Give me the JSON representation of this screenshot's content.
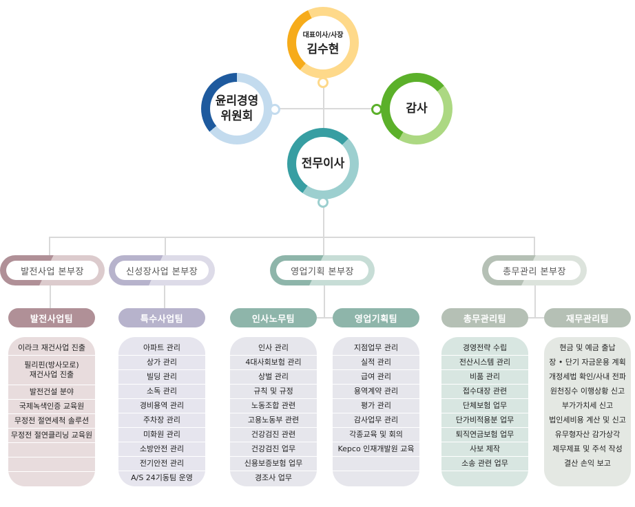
{
  "colors": {
    "ceo_dark": "#f6ab1a",
    "ceo_light": "#fed98a",
    "ethics_dark": "#1e5a9e",
    "ethics_light": "#c3dbee",
    "audit_dark": "#5bb02a",
    "audit_light": "#acd882",
    "exec_dark": "#379ea2",
    "exec_light": "#9ccfcf",
    "connector": "#d9d9d9"
  },
  "top": {
    "ceo": {
      "subtitle": "대표이사/사장",
      "name": "김수현"
    },
    "ethics": {
      "line1": "윤리경영",
      "line2": "위원회"
    },
    "audit": {
      "name": "감사"
    },
    "executive": {
      "name": "전무이사"
    }
  },
  "divisions": [
    {
      "label": "발전사업 본부장",
      "dark": "#b09097",
      "light": "#dccbcd"
    },
    {
      "label": "신성장사업 본부장",
      "dark": "#b7b3cc",
      "light": "#dddbe8"
    },
    {
      "label": "영업기획 본부장",
      "dark": "#8eb5aa",
      "light": "#c7ddd6"
    },
    {
      "label": "총무관리 본부장",
      "dark": "#b5c0b5",
      "light": "#dce3dc"
    }
  ],
  "teams": [
    {
      "label": "발전사업팀",
      "color": "#b09097",
      "card_bg": "#e8dcdd",
      "duties": [
        "이라크 재건사업 진출",
        "필리핀(방사모로)\n재건사업 진출",
        "발전건설 분야",
        "국제녹색인증 교육원",
        "무정전 절연세척 솔루션",
        "무정전 절연클리닝 교육원",
        "",
        "",
        ""
      ]
    },
    {
      "label": "특수사업팀",
      "color": "#b7b3cc",
      "card_bg": "#e6e5ee",
      "duties": [
        "아파트 관리",
        "상가 관리",
        "빌딩 관리",
        "소독 관리",
        "경비용역 관리",
        "주차장 관리",
        "미화원 관리",
        "소방안전 관리",
        "전기안전 관리",
        "A/S 24기동팀 운영"
      ]
    },
    {
      "label": "인사노무팀",
      "color": "#8eb5aa",
      "card_bg": "#e6e6ec",
      "duties": [
        "인사 관리",
        "4대사회보험 관리",
        "상벌 관리",
        "규칙 및 규정",
        "노동조합 관련",
        "고용노동부 관련",
        "건강검진 관련",
        "건강검진 업무",
        "신용보증보험 업무",
        "경조사 업무"
      ]
    },
    {
      "label": "영업기획팀",
      "color": "#8eb5aa",
      "card_bg": "#e6e6ec",
      "duties": [
        "지점업무 관리",
        "실적 관리",
        "급여 관리",
        "용역계약 관리",
        "평가 관리",
        "감사업무 관리",
        "각종교육 및 회의",
        "Kepco 인재개발원 교육",
        "",
        ""
      ]
    },
    {
      "label": "총무관리팀",
      "color": "#b5c0b5",
      "card_bg": "#d8e6e1",
      "duties": [
        "경영전략 수립",
        "전산시스템 관리",
        "비품 관리",
        "접수대장 관련",
        "단체보험 업무",
        "단가비적용분 업무",
        "퇴직연금보험 업무",
        "사보 제작",
        "소송 관련 업무",
        ""
      ]
    },
    {
      "label": "재무관리팀",
      "color": "#b5c0b5",
      "card_bg": "#e4e8e3",
      "duties": [
        "현금 및 예금 출납",
        "장 • 단기 자금운용 계획",
        "개정세법 확인/사내 전파",
        "원천징수 이행상황 신고",
        "부가가치세 신고",
        "법인세비용 계산 및 신고",
        "유무형자산 감가상각",
        "제무제표 및 주석 작성",
        "결산 손익 보고",
        ""
      ]
    }
  ]
}
